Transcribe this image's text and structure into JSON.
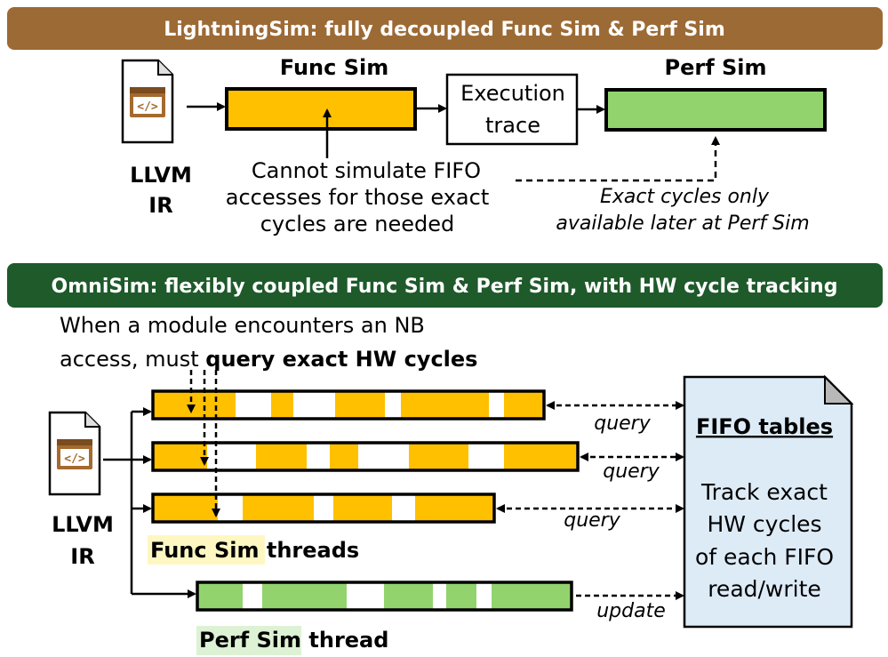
{
  "top": {
    "banner": "LightningSim: fully decoupled Func Sim & Perf Sim",
    "llvm_label_line1": "LLVM",
    "llvm_label_line2": "IR",
    "func_sim_title": "Func Sim",
    "execution_trace_line1": "Execution",
    "execution_trace_line2": "trace",
    "perf_sim_title": "Perf Sim",
    "note_line1": "Cannot simulate FIFO",
    "note_line2": "accesses for those exact",
    "note_line3": "cycles are needed",
    "exact_line1": "Exact cycles only",
    "exact_line2": "available later at Perf Sim"
  },
  "bottom": {
    "banner": "OmniSim: flexibly coupled Func Sim & Perf Sim, with HW cycle tracking",
    "intro_line1": "When a module encounters an NB",
    "intro_line2_prefix": "access, must ",
    "intro_line2_bold": "query exact HW cycles",
    "llvm_label_line1": "LLVM",
    "llvm_label_line2": "IR",
    "query_label": "query",
    "update_label": "update",
    "func_threads_highlight": "Func Sim",
    "func_threads_suffix": " threads",
    "perf_thread_highlight": "Perf Sim",
    "perf_thread_suffix": " thread",
    "fifo_title": "FIFO tables",
    "fifo_line1": "Track exact",
    "fifo_line2": "HW cycles",
    "fifo_line3": "of each FIFO",
    "fifo_line4": "read/write"
  },
  "icons": {
    "code_file": "code-file-icon",
    "code_symbol": "</>"
  },
  "colors": {
    "brown_banner": "#9C6A35",
    "green_banner": "#1E5A2A",
    "func_sim_fill": "#FFC000",
    "perf_sim_fill": "#92D36E",
    "fifo_fill": "#DDEBF7",
    "func_highlight": "#FFF7C2",
    "perf_highlight": "#DDF2D4",
    "icon_brown": "#A56A2E"
  }
}
